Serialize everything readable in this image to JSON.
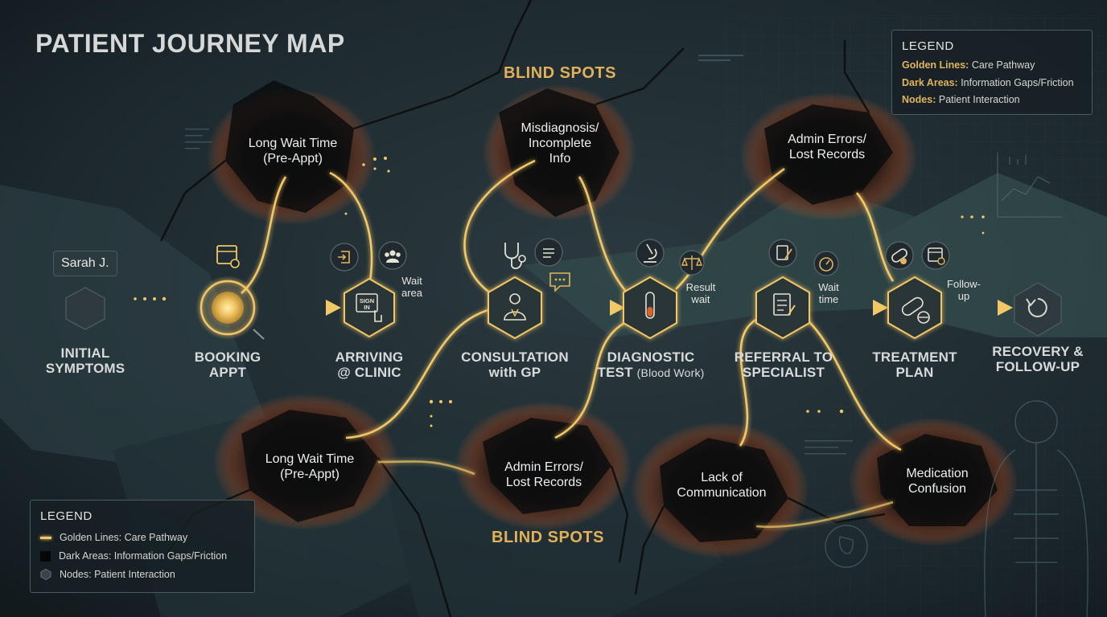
{
  "title": "PATIENT JOURNEY MAP",
  "blind_spots_top": "BLIND SPOTS",
  "blind_spots_bottom": "BLIND SPOTS",
  "persona": "Sarah J.",
  "stages": [
    {
      "line1": "INITIAL",
      "line2": "SYMPTOMS",
      "icon": "hexagon-node"
    },
    {
      "line1": "BOOKING",
      "line2": "APPT",
      "icon": "calendar-icon"
    },
    {
      "line1": "ARRIVING",
      "line2": "@ CLINIC",
      "icon": "sign-in-icon"
    },
    {
      "line1": "CONSULTATION",
      "line2": "with GP",
      "icon": "doctor-icon"
    },
    {
      "line1": "DIAGNOSTIC",
      "line2": "TEST",
      "line2_sub": "(Blood Work)",
      "icon": "test-tube-icon"
    },
    {
      "line1": "REFERRAL TO",
      "line2": "SPECIALIST",
      "icon": "document-icon"
    },
    {
      "line1": "TREATMENT",
      "line2": "PLAN",
      "icon": "pill-icon"
    },
    {
      "line1": "RECOVERY &",
      "line2": "FOLLOW-UP",
      "icon": "refresh-icon"
    }
  ],
  "pain_points_top": [
    {
      "line1": "Long Wait Time",
      "line2": "(Pre-Appt)"
    },
    {
      "line1": "Misdiagnosis/",
      "line2": "Incomplete",
      "line3": "Info"
    },
    {
      "line1": "Admin Errors/",
      "line2": "Lost Records"
    }
  ],
  "pain_points_bottom": [
    {
      "line1": "Long Wait Time",
      "line2": "(Pre-Appt)"
    },
    {
      "line1": "Admin Errors/",
      "line2": "Lost Records"
    },
    {
      "line1": "Lack of",
      "line2": "Communication"
    },
    {
      "line1": "Medication",
      "line2": "Confusion"
    }
  ],
  "annotations": {
    "wait_area": [
      "Wait",
      "area"
    ],
    "result_wait": [
      "Result",
      "wait"
    ],
    "wait_time": [
      "Wait",
      "time"
    ],
    "follow_up": [
      "Follow-",
      "up"
    ]
  },
  "legend_top": {
    "heading": "LEGEND",
    "rows": [
      {
        "key": "Golden Lines:",
        "text": "Care Pathway"
      },
      {
        "key": "Dark Areas:",
        "text": "Information Gaps/Friction"
      },
      {
        "key": "Nodes:",
        "text": "Patient Interaction"
      }
    ]
  },
  "legend_bottom": {
    "heading": "LEGEND",
    "rows": [
      {
        "text": "Golden Lines: Care Pathway",
        "swatch": "gold-line"
      },
      {
        "text": "Dark Areas: Information Gaps/Friction",
        "swatch": "dark-square"
      },
      {
        "text": "Nodes: Patient Interaction",
        "swatch": "hexagon"
      }
    ]
  },
  "colors": {
    "gold": "#f2c766",
    "gold_glow": "#ffd27a",
    "ember": "#d9642a",
    "node_fill": "#2a3438",
    "background": "#1a262c"
  }
}
